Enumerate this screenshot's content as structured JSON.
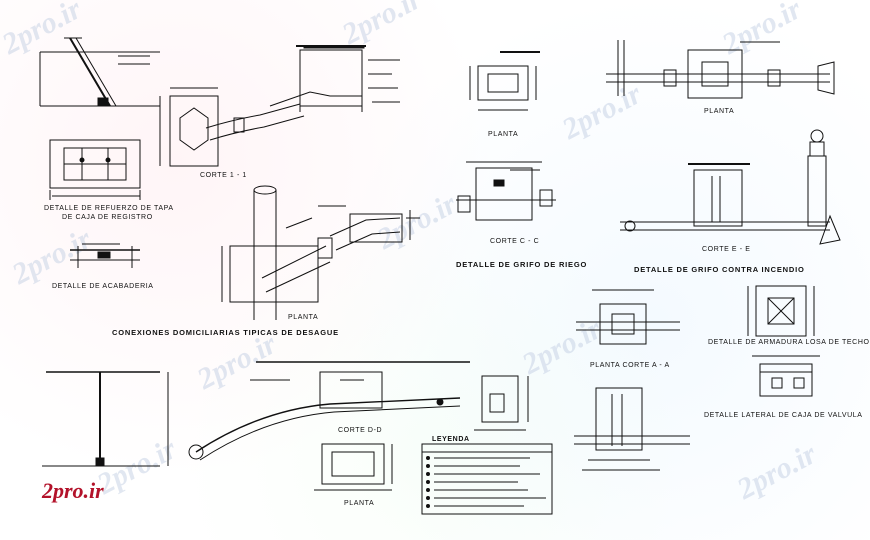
{
  "labels": {
    "detalle_refuerzo_1": "DETALLE DE REFUERZO DE TAPA",
    "detalle_refuerzo_2": "DE CAJA DE REGISTRO",
    "detalle_acabaderia": "DETALLE DE ACABADERIA",
    "corte_1_1": "CORTE  1 - 1",
    "conexiones": "CONEXIONES DOMICILIARIAS TIPICAS DE DESAGUE",
    "planta_center": "PLANTA",
    "planta_top": "PLANTA",
    "corte_c_c": "CORTE  C - C",
    "detalle_grifo_riego": "DETALLE DE GRIFO DE RIEGO",
    "planta_right": "PLANTA",
    "corte_e_e": "CORTE  E - E",
    "detalle_grifo_incendio": "DETALLE DE GRIFO CONTRA INCENDIO",
    "planta_corte_a_a": "PLANTA  CORTE  A - A",
    "detalle_armadura_losa": "DETALLE DE ARMADURA LOSA DE TECHO",
    "detalle_lateral_caja": "DETALLE  LATERAL DE CAJA DE VALVULA",
    "corte_d_d": "CORTE  D-D",
    "leyenda": "LEYENDA",
    "planta_bottom": "PLANTA"
  },
  "watermark": "2pro.ir",
  "logo": "2pro.ir",
  "colors": {
    "line": "#111111",
    "logo": "#b3122a",
    "watermark": "#c9d4e6"
  }
}
